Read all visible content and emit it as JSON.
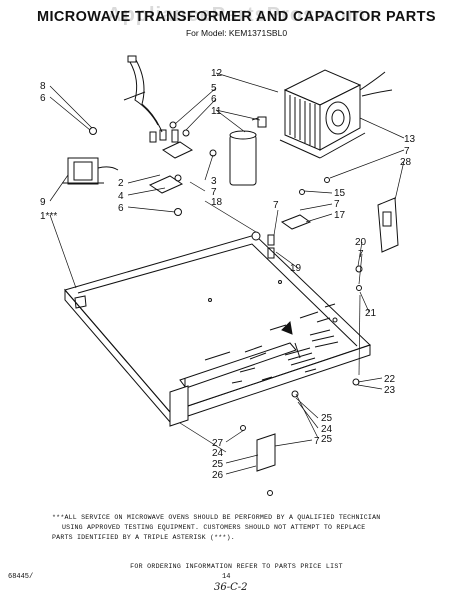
{
  "header": {
    "title": "MICROWAVE TRANSFORMER AND CAPACITOR PARTS",
    "model": "For Model: KEM1371SBL0",
    "watermark": "AppliancePartsPros.com"
  },
  "callouts": {
    "c8": "8",
    "c6a": "6",
    "c12": "12",
    "c5a": "5",
    "c6b": "6",
    "c11": "11",
    "c13": "13",
    "c7a": "7",
    "c28": "28",
    "c2": "2",
    "c4a": "4",
    "c3": "3",
    "c7b": "7",
    "c6c": "6",
    "c18": "18",
    "c9": "9",
    "c1": "1***",
    "c15": "15",
    "c7c": "7",
    "c7d": "7",
    "c17": "17",
    "c20": "20",
    "c7e": "7",
    "c19": "19",
    "c21": "21",
    "c22": "22",
    "c23": "23",
    "c25a": "25",
    "c24a": "24",
    "c25b": "25",
    "c27": "27",
    "c24b": "24",
    "c25c": "25",
    "c26": "26",
    "c7f": "7"
  },
  "footer": {
    "note_line1": "***ALL SERVICE ON MICROWAVE OVENS SHOULD BE PERFORMED BY A QUALIFIED TECHNICIAN",
    "note_line2": "USING APPROVED TESTING EQUIPMENT. CUSTOMERS SHOULD NOT ATTEMPT TO REPLACE",
    "note_line3": "PARTS IDENTIFIED BY A TRIPLE ASTERISK (***).",
    "order_info": "FOR ORDERING INFORMATION REFER TO PARTS PRICE LIST",
    "doc_code": "68445/",
    "page_number": "14",
    "handwritten": "36-C-2"
  }
}
